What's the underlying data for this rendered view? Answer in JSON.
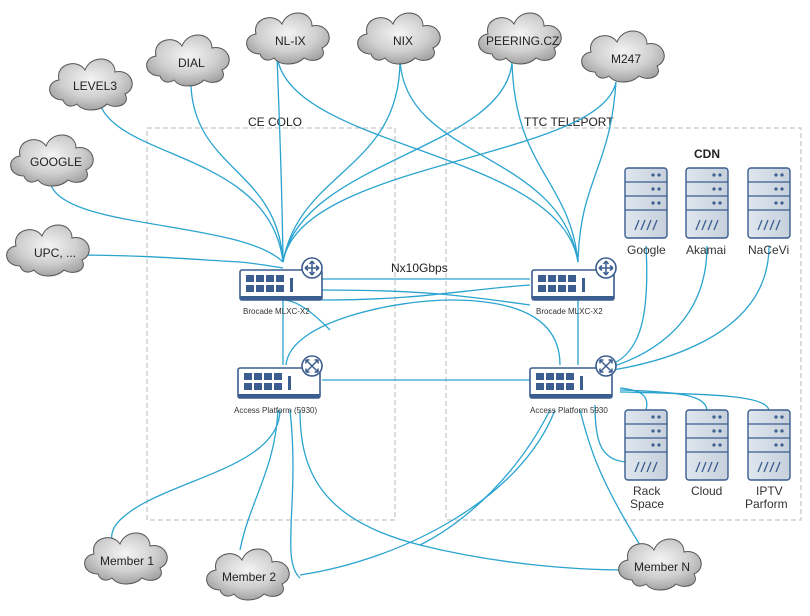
{
  "zones": {
    "ce_colo": "CE COLO",
    "ttc_teleport": "TTC TELEPORT",
    "cdn": "CDN"
  },
  "link_label": "Nx10Gbps",
  "clouds": {
    "level3": "LEVEL3",
    "dial": "DIAL",
    "nlix": "NL-IX",
    "nix": "NIX",
    "peering": "PEERING.CZ",
    "m247": "M247",
    "google": "GOOGLE",
    "upc": "UPC, ...",
    "member1": "Member 1",
    "member2": "Member 2",
    "membern": "Member N"
  },
  "devices": {
    "router_ce": "Brocade MLXC-X2",
    "router_ttc": "Brocade MLXC-X2",
    "access_ce": "Access Platform (5930)",
    "access_ttc": "Access Platform 5930"
  },
  "servers": {
    "google": "Google",
    "akamai": "Akamai",
    "nacevi": "NaCeVi",
    "rackspace_line1": "Rack",
    "rackspace_line2": "Space",
    "cloud": "Cloud",
    "iptv_line1": "IPTV",
    "iptv_line2": "Parform"
  },
  "colors": {
    "link": "#2aa4cf",
    "device": "#3b5d8f",
    "cloud_fill": "#c9c9c9"
  }
}
